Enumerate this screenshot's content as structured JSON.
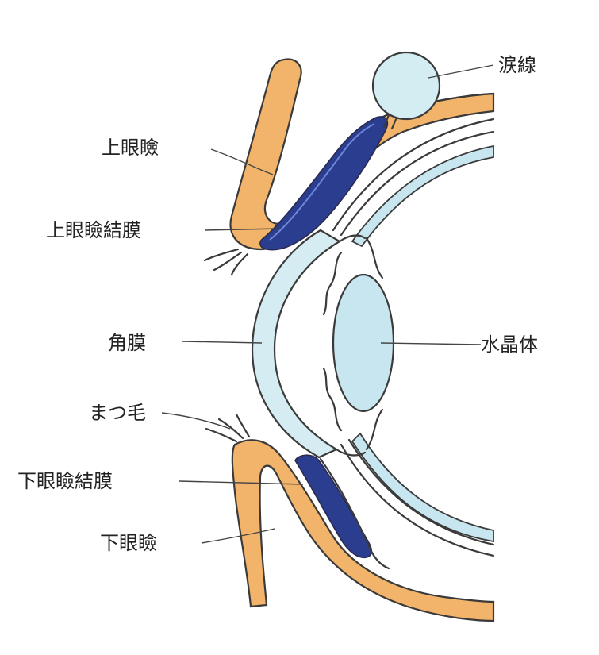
{
  "colors": {
    "eyelid": "#f2b36a",
    "conjunctiva": "#2a3d8f",
    "cornea": "#d4ecf2",
    "lens": "#c7e6ef",
    "lacrimal_gland": "#d3edf3",
    "outline": "#3a3a3a"
  },
  "labels": {
    "lacrimal_gland": "涙線",
    "upper_eyelid": "上眼瞼",
    "upper_conjunctiva": "上眼瞼結膜",
    "cornea": "角膜",
    "lens": "水晶体",
    "eyelashes": "まつ毛",
    "lower_conjunctiva": "下眼瞼結膜",
    "lower_eyelid": "下眼瞼"
  }
}
